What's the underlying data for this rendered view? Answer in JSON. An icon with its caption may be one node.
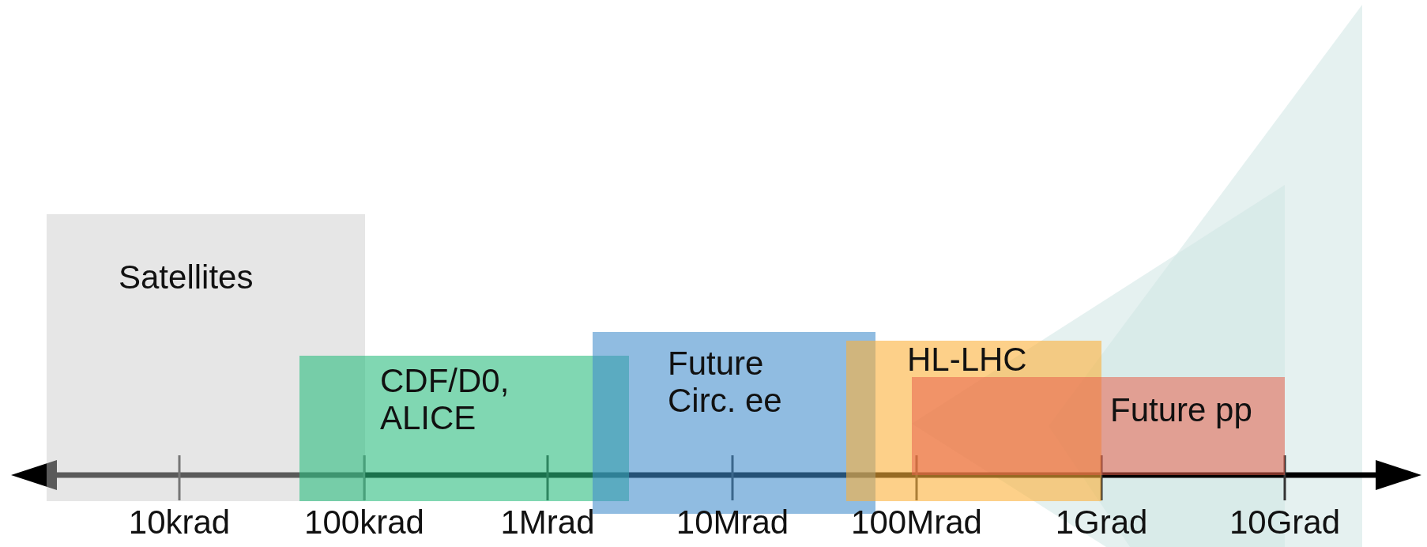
{
  "diagram": {
    "nodes": [
      {
        "text": [
          "Satellites"
        ]
      },
      {
        "text": [
          "CDF/D0, ALICE"
        ]
      },
      {
        "text": [
          "Future Circ. ee"
        ]
      },
      {
        "text": [
          "HL-LHC"
        ]
      },
      {
        "text": [
          "Future pp"
        ]
      }
    ],
    "labels": [
      "10krad",
      "100krad",
      "1Mrad",
      "10Mrad",
      "100Mrad",
      "1Grad",
      "10Grad"
    ]
  }
}
